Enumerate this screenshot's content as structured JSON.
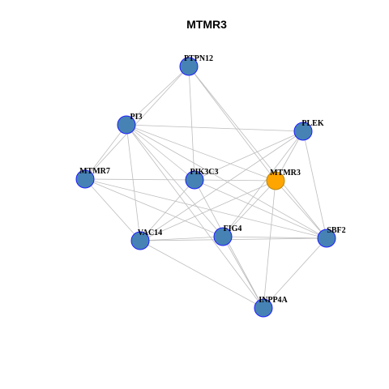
{
  "title": "MTMR3",
  "colors": {
    "node_fill": "#4682B4",
    "node_stroke": "#1E1EFF",
    "highlight_fill": "#FFA500",
    "highlight_stroke": "#B8860B",
    "edge": "#bdbdbd"
  },
  "nodes": [
    {
      "id": "PTPN12",
      "label": "PTPN12",
      "highlight": false
    },
    {
      "id": "PI3",
      "label": "PI3",
      "highlight": false
    },
    {
      "id": "PLEK",
      "label": "PLEK",
      "highlight": false
    },
    {
      "id": "MTMR7",
      "label": "MTMR7",
      "highlight": false
    },
    {
      "id": "PIK3C3",
      "label": "PIK3C3",
      "highlight": false
    },
    {
      "id": "MTMR3",
      "label": "MTMR3",
      "highlight": true
    },
    {
      "id": "VAC14",
      "label": "VAC14",
      "highlight": false
    },
    {
      "id": "FIG4",
      "label": "FIG4",
      "highlight": false
    },
    {
      "id": "SBF2",
      "label": "SBF2",
      "highlight": false
    },
    {
      "id": "INPP4A",
      "label": "INPP4A",
      "highlight": false
    }
  ],
  "edges": [
    [
      "PTPN12",
      "PI3"
    ],
    [
      "PTPN12",
      "PIK3C3"
    ],
    [
      "PTPN12",
      "MTMR3"
    ],
    [
      "PTPN12",
      "MTMR7"
    ],
    [
      "PTPN12",
      "SBF2"
    ],
    [
      "PI3",
      "MTMR7"
    ],
    [
      "PI3",
      "VAC14"
    ],
    [
      "PI3",
      "PIK3C3"
    ],
    [
      "PI3",
      "FIG4"
    ],
    [
      "PI3",
      "MTMR3"
    ],
    [
      "PI3",
      "PLEK"
    ],
    [
      "PI3",
      "INPP4A"
    ],
    [
      "PI3",
      "SBF2"
    ],
    [
      "PLEK",
      "MTMR3"
    ],
    [
      "PLEK",
      "SBF2"
    ],
    [
      "PLEK",
      "FIG4"
    ],
    [
      "PLEK",
      "VAC14"
    ],
    [
      "PLEK",
      "PIK3C3"
    ],
    [
      "MTMR7",
      "PIK3C3"
    ],
    [
      "MTMR7",
      "VAC14"
    ],
    [
      "MTMR7",
      "FIG4"
    ],
    [
      "MTMR7",
      "SBF2"
    ],
    [
      "PIK3C3",
      "MTMR3"
    ],
    [
      "PIK3C3",
      "VAC14"
    ],
    [
      "PIK3C3",
      "SBF2"
    ],
    [
      "PIK3C3",
      "INPP4A"
    ],
    [
      "MTMR3",
      "VAC14"
    ],
    [
      "MTMR3",
      "FIG4"
    ],
    [
      "MTMR3",
      "SBF2"
    ],
    [
      "MTMR3",
      "INPP4A"
    ],
    [
      "VAC14",
      "FIG4"
    ],
    [
      "VAC14",
      "SBF2"
    ],
    [
      "VAC14",
      "INPP4A"
    ],
    [
      "FIG4",
      "SBF2"
    ],
    [
      "FIG4",
      "INPP4A"
    ],
    [
      "SBF2",
      "INPP4A"
    ]
  ]
}
